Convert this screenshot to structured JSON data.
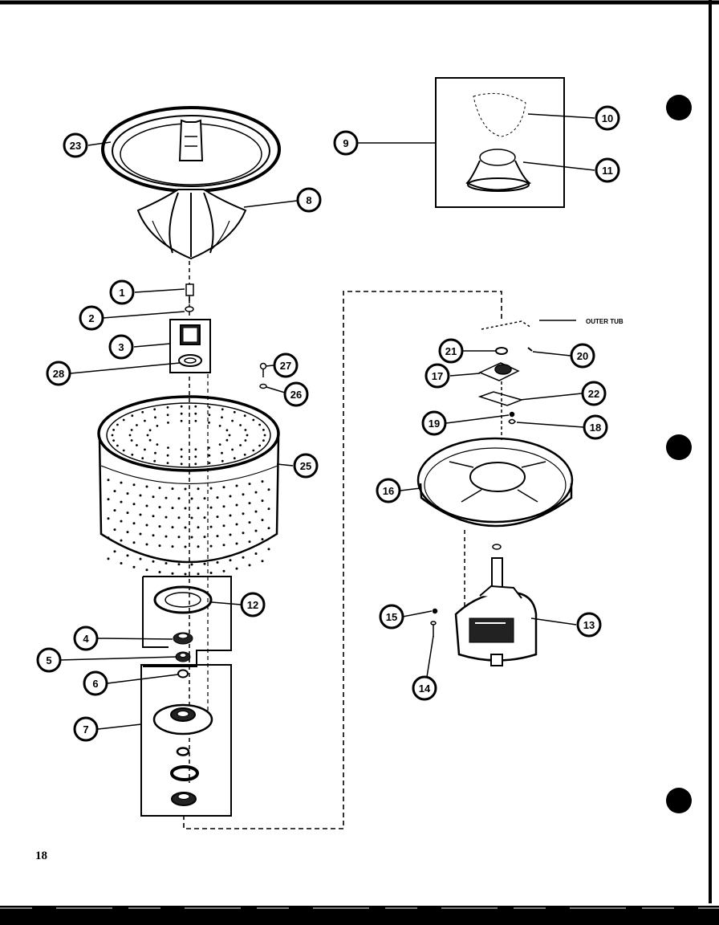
{
  "page_number": "18",
  "outer_tub_label": "OUTER TUB",
  "callouts": {
    "c1": "1",
    "c2": "2",
    "c3": "3",
    "c4": "4",
    "c5": "5",
    "c6": "6",
    "c7": "7",
    "c8": "8",
    "c9": "9",
    "c10": "10",
    "c11": "11",
    "c12": "12",
    "c13": "13",
    "c14": "14",
    "c15": "15",
    "c16": "16",
    "c17": "17",
    "c18": "18",
    "c19": "19",
    "c20": "20",
    "c21": "21",
    "c22": "22",
    "c23": "23",
    "c25": "25",
    "c26": "26",
    "c27": "27",
    "c28": "28"
  },
  "colors": {
    "ink": "#000000",
    "paper": "#ffffff"
  }
}
